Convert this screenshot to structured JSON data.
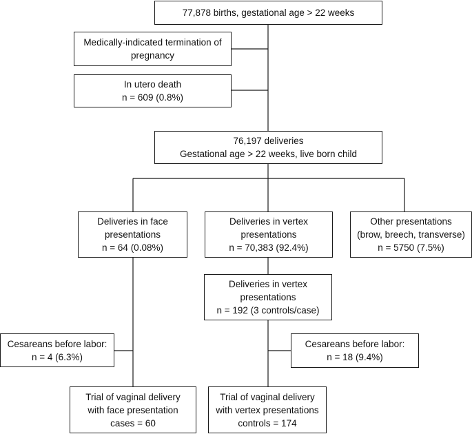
{
  "boxes": {
    "births": [
      "77,878 births, gestational age > 22 weeks"
    ],
    "termination": [
      "Medically-indicated termination of",
      "pregnancy"
    ],
    "utero_death": [
      "In utero death",
      "n = 609 (0.8%)"
    ],
    "deliveries": [
      "76,197 deliveries",
      "Gestational age > 22 weeks, live born child"
    ],
    "face": [
      "Deliveries in face",
      "presentations",
      "n = 64 (0.08%)"
    ],
    "vertex": [
      "Deliveries in vertex",
      "presentations",
      "n = 70,383 (92.4%)"
    ],
    "other": [
      "Other presentations",
      "(brow, breech, transverse)",
      "n = 5750 (7.5%)"
    ],
    "vertex_sample": [
      "Deliveries in vertex",
      "presentations",
      "n = 192 (3 controls/case)"
    ],
    "cesarean_face": [
      "Cesareans before labor:",
      "n = 4 (6.3%)"
    ],
    "cesarean_vertex": [
      "Cesareans before labor:",
      "n = 18 (9.4%)"
    ],
    "trial_face": [
      "Trial of vaginal delivery",
      "with face presentation",
      "cases = 60"
    ],
    "trial_vertex": [
      "Trial of vaginal delivery",
      "with vertex presentations",
      "controls = 174"
    ]
  }
}
